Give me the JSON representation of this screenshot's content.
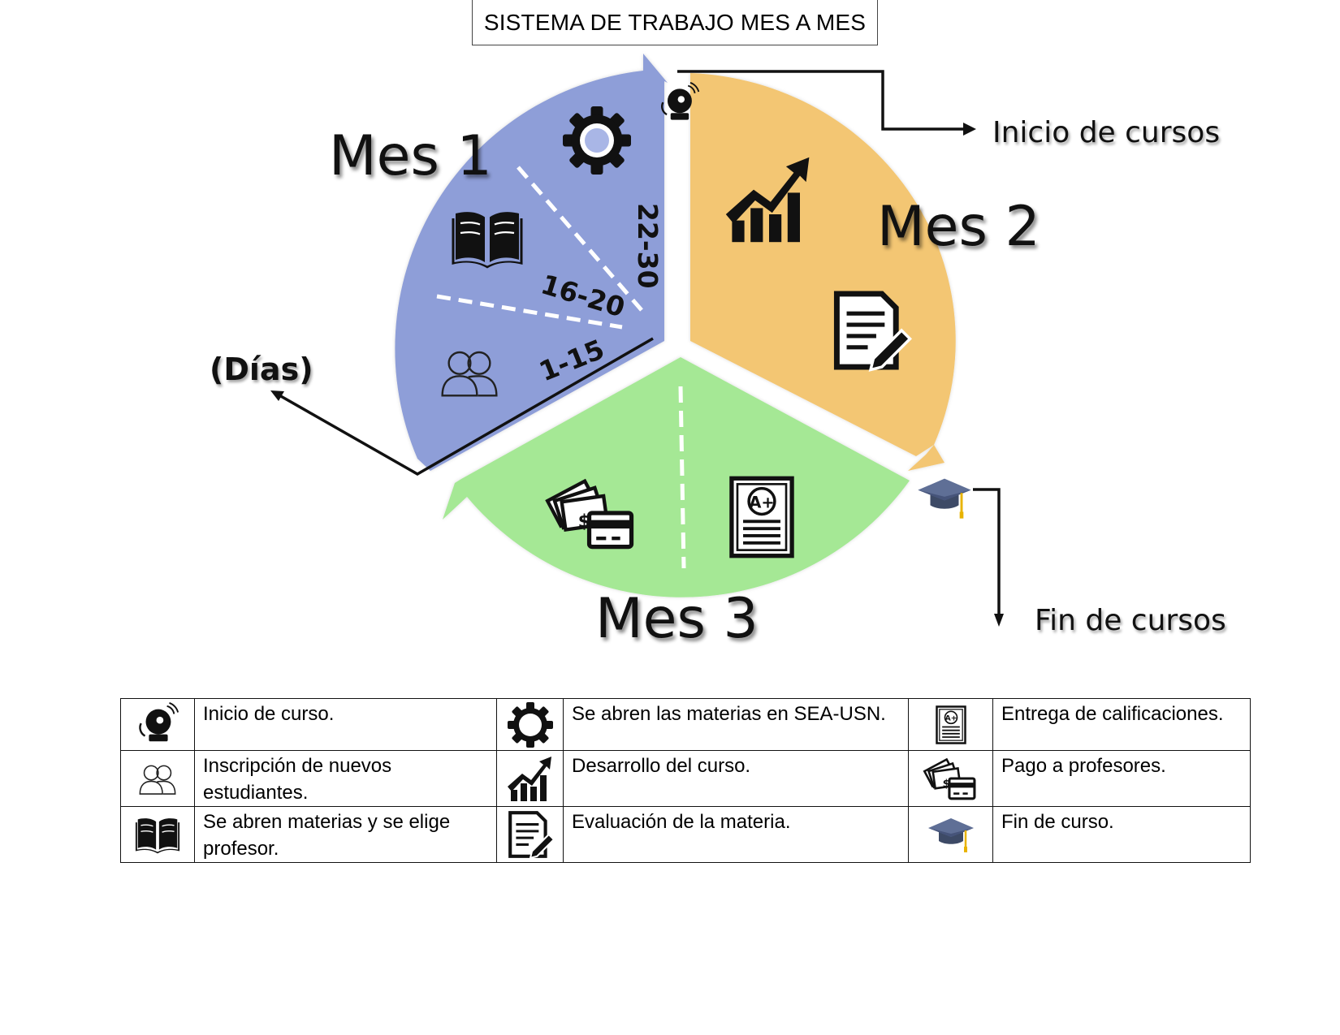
{
  "title": "SISTEMA DE TRABAJO MES A MES",
  "months": [
    {
      "label": "Mes 1",
      "color": "#8e9ed8"
    },
    {
      "label": "Mes 2",
      "color": "#f3c673"
    },
    {
      "label": "Mes 3",
      "color": "#a5e895"
    }
  ],
  "day_ranges": [
    "1-15",
    "16-20",
    "22-30"
  ],
  "days_label": "(Días)",
  "callouts": {
    "start": "Inicio de cursos",
    "end": "Fin de cursos"
  },
  "icons": {
    "bell": "bell-icon",
    "gear": "gear-icon",
    "users": "users-icon",
    "book": "book-icon",
    "growth": "growth-chart-icon",
    "edit": "document-edit-icon",
    "grade": "grade-sheet-icon",
    "pay": "payment-icon",
    "cap": "graduation-cap-icon"
  },
  "legend": [
    [
      {
        "icon": "bell-icon",
        "text": "Inicio de curso."
      },
      {
        "icon": "gear-icon",
        "text": "Se abren las materias en SEA-USN."
      },
      {
        "icon": "grade-sheet-icon",
        "text": "Entrega de calificaciones."
      }
    ],
    [
      {
        "icon": "users-icon",
        "text": "Inscripción de nuevos estudiantes."
      },
      {
        "icon": "growth-chart-icon",
        "text": "Desarrollo del curso."
      },
      {
        "icon": "payment-icon",
        "text": "Pago a profesores."
      }
    ],
    [
      {
        "icon": "book-icon",
        "text": "Se abren materias y se elige profesor."
      },
      {
        "icon": "document-edit-icon",
        "text": "Evaluación de la materia."
      },
      {
        "icon": "graduation-cap-icon",
        "text": "Fin de curso."
      }
    ]
  ]
}
